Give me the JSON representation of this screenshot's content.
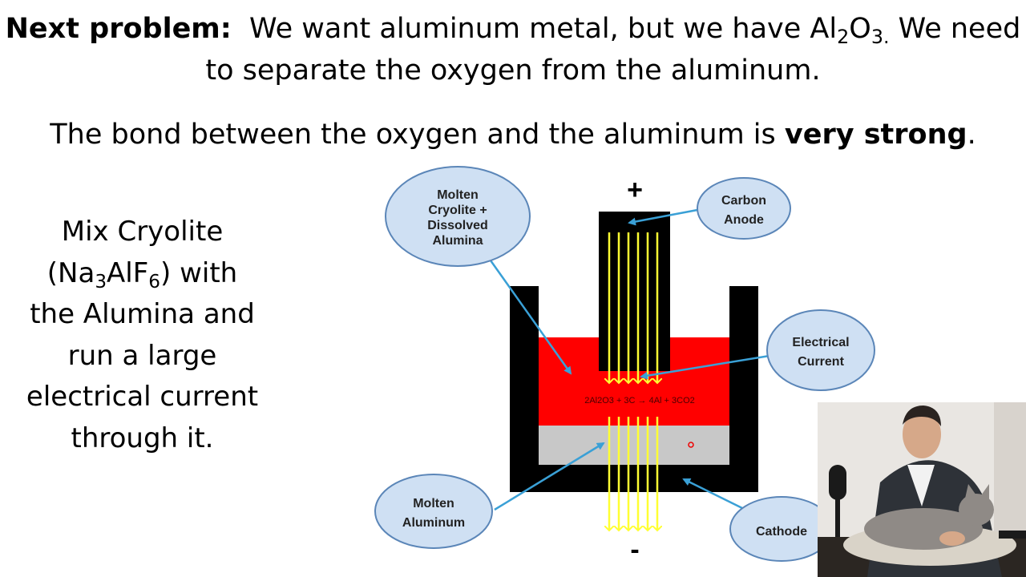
{
  "slide": {
    "heading_label": "Next problem:",
    "heading_line1_a": "We want aluminum metal, but we have Al",
    "heading_sub1": "2",
    "heading_line1_b": "O",
    "heading_sub2": "3.",
    "heading_line1_c": " We need",
    "heading_line2": "to separate the oxygen from the aluminum.",
    "subtitle_a": "The bond between the oxygen and the aluminum is ",
    "subtitle_bold": "very strong",
    "subtitle_end": ".",
    "left_line1": "Mix Cryolite",
    "left_line2_a": "(Na",
    "left_sub1": "3",
    "left_line2_b": "AlF",
    "left_sub2": "6",
    "left_line2_c": ") with",
    "left_line3": "the Alumina and",
    "left_line4": "run a large",
    "left_line5": "electrical current",
    "left_line6": "through it."
  },
  "diagram": {
    "plus_sign": "+",
    "minus_sign": "-",
    "equation": "2Al2O3 + 3C → 4Al + 3CO2",
    "bubbles": {
      "molten_cryolite": [
        "Molten",
        "Cryolite +",
        "Dissolved",
        "Alumina"
      ],
      "carbon_anode": [
        "Carbon",
        "Anode"
      ],
      "electrical_current": [
        "Electrical",
        "Current"
      ],
      "molten_aluminum": [
        "Molten",
        "Aluminum"
      ],
      "cathode": [
        "Cathode"
      ]
    },
    "colors": {
      "bubble_fill": "#cfe0f3",
      "bubble_stroke": "#5b86b8",
      "arrow": "#3aa0d6",
      "electrolyte": "#ff0000",
      "molten_metal": "#c8c8c8",
      "current": "#ffff33",
      "container": "#000000"
    }
  }
}
